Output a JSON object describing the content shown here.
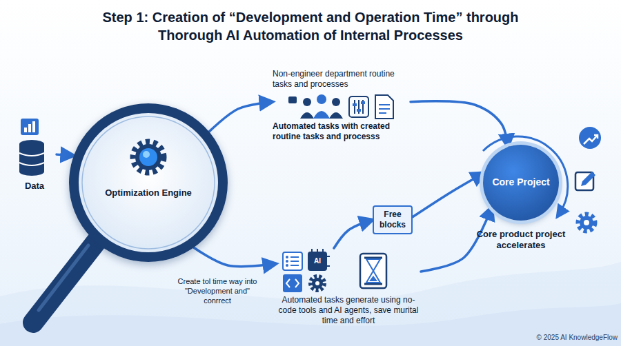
{
  "diagram": {
    "title": "Step 1: Creation of “Development and Operation Time” through Thorough AI Automation of Internal Processes",
    "nodes": [
      {
        "text": [
          "Data"
        ]
      },
      {
        "text": [
          "Optimization Engine"
        ]
      },
      {
        "text": [
          "Non-engineer department routine tasks and processes",
          "Automated tasks with created routine tasks and processs"
        ]
      },
      {
        "text": [
          "Automated tasks generate using no-code tools and AI agents, save murital time and effort"
        ]
      },
      {
        "text": [
          "Free blocks"
        ]
      },
      {
        "text": [
          "Core Project",
          "Core product project accelerates"
        ]
      }
    ],
    "edges": [
      {
        "from": 0,
        "to": 1,
        "arrow": "to"
      },
      {
        "from": 1,
        "to": 2,
        "arrow": "to"
      },
      {
        "from": 1,
        "to": 3,
        "arrow": "to"
      },
      {
        "from": 3,
        "to": 4,
        "arrow": "to"
      },
      {
        "from": 4,
        "to": 5,
        "arrow": "to"
      },
      {
        "from": 2,
        "to": 5,
        "arrow": "to"
      },
      {
        "from": 3,
        "to": 5,
        "arrow": "to"
      }
    ],
    "labels": [
      "Create tol time way into \"Development and\" conrrect",
      "AI",
      "© 2025 AI KnowledgeFlow"
    ]
  }
}
